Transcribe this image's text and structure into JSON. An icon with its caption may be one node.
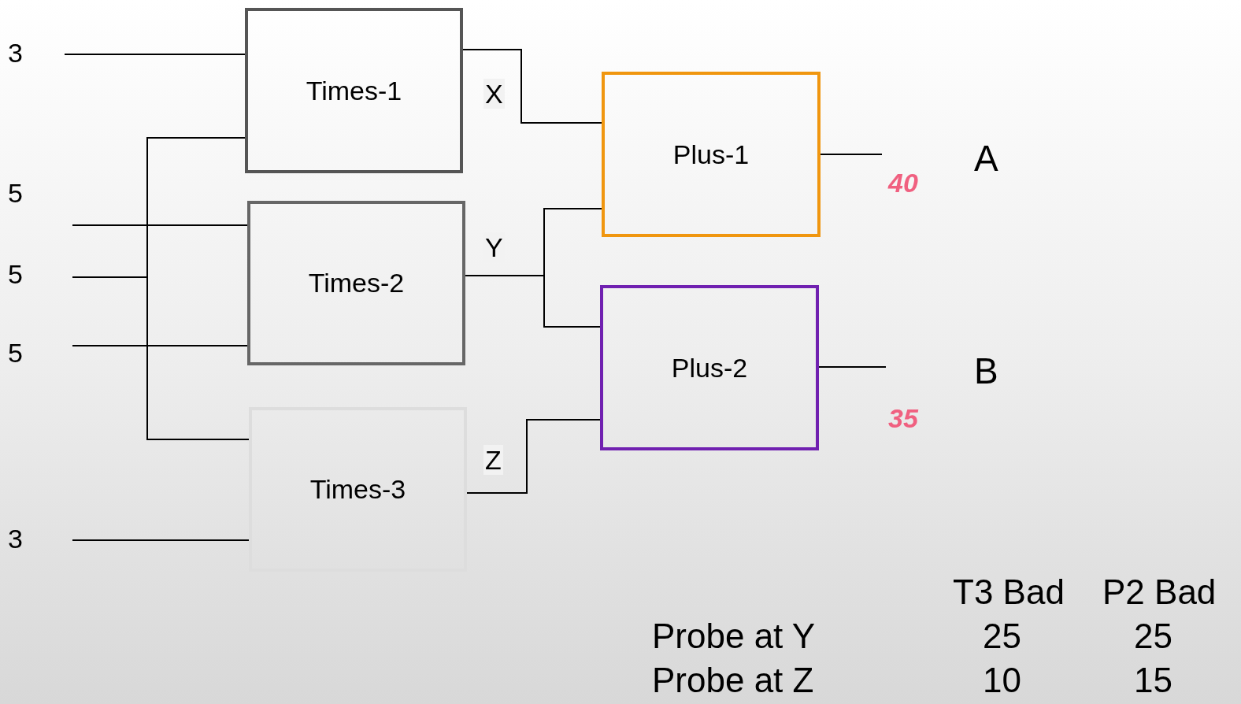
{
  "diagram": {
    "nodes": [
      {
        "text": [
          "3"
        ]
      },
      {
        "text": [
          "Times-1"
        ]
      },
      {
        "text": [
          "Plus-1"
        ]
      },
      {
        "text": [
          "5"
        ]
      },
      {
        "text": [
          "5"
        ]
      },
      {
        "text": [
          "Times-2"
        ]
      },
      {
        "text": [
          "Plus-2"
        ]
      },
      {
        "text": [
          "5"
        ]
      },
      {
        "text": [
          "Times-3"
        ]
      },
      {
        "text": [
          "3"
        ]
      }
    ],
    "edges": [
      {
        "from": 0,
        "to": 1,
        "arrow": "none"
      },
      {
        "from": 4,
        "to": 1,
        "arrow": "none"
      },
      {
        "from": 3,
        "to": 5,
        "arrow": "none"
      },
      {
        "from": 7,
        "to": 5,
        "arrow": "none"
      },
      {
        "from": 4,
        "to": 8,
        "arrow": "none"
      },
      {
        "from": 9,
        "to": 8,
        "arrow": "none"
      },
      {
        "from": 1,
        "to": 2,
        "arrow": "none",
        "label": "X"
      },
      {
        "from": 5,
        "to": 2,
        "arrow": "none",
        "label": "Y"
      },
      {
        "from": 5,
        "to": 6,
        "arrow": "none"
      },
      {
        "from": 8,
        "to": 6,
        "arrow": "none",
        "label": "Z"
      },
      {
        "from": 2,
        "to": null,
        "arrow": "none"
      },
      {
        "from": 6,
        "to": null,
        "arrow": "none"
      }
    ],
    "labels": [
      "40",
      "A",
      "35",
      "B",
      "T3 Bad",
      "P2 Bad",
      "Probe at Y",
      "25",
      "25",
      "Probe at Z",
      "10",
      "15"
    ]
  }
}
